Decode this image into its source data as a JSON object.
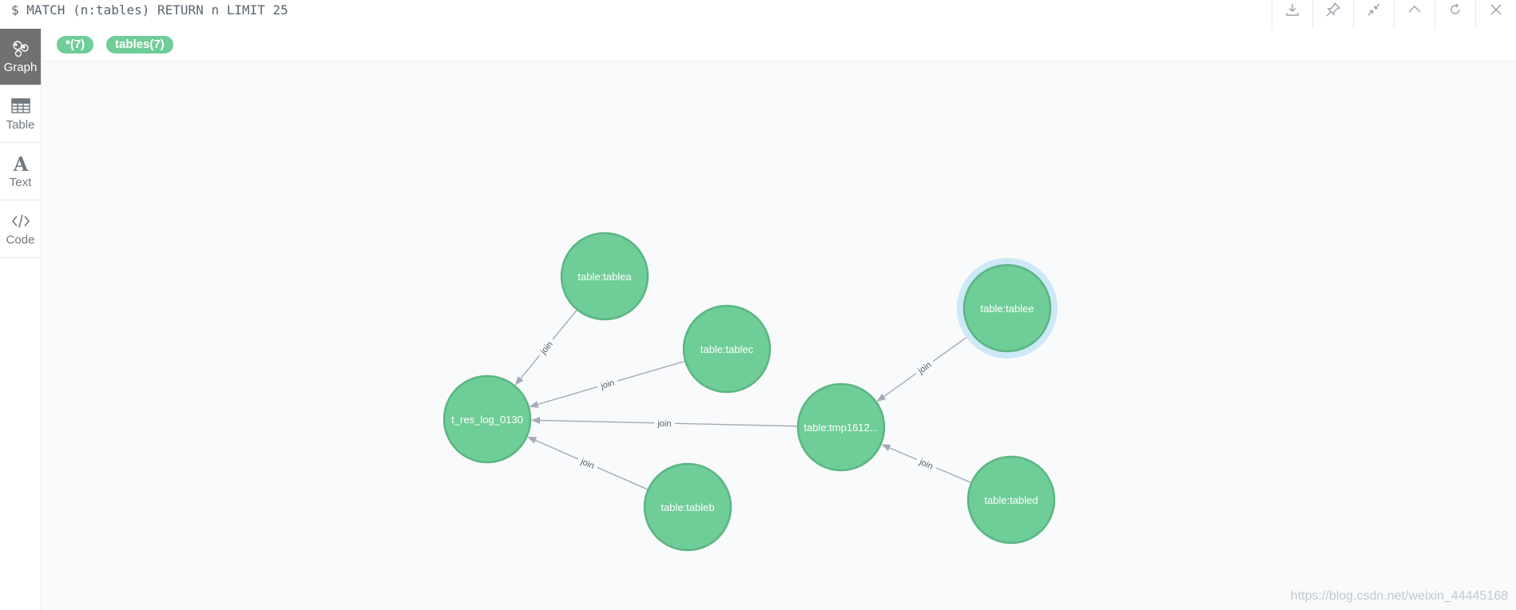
{
  "query": {
    "text": "$ MATCH (n:tables) RETURN n LIMIT 25"
  },
  "toolbar": {
    "buttons": [
      {
        "icon": "download-icon"
      },
      {
        "icon": "pin-icon"
      },
      {
        "icon": "collapse-icon"
      },
      {
        "icon": "chevron-up-icon"
      },
      {
        "icon": "refresh-icon"
      },
      {
        "icon": "close-icon"
      }
    ]
  },
  "sidebar": {
    "items": [
      {
        "label": "Graph",
        "icon": "graph-icon",
        "active": true
      },
      {
        "label": "Table",
        "icon": "table-icon",
        "active": false
      },
      {
        "label": "Text",
        "icon": "text-icon",
        "active": false
      },
      {
        "label": "Code",
        "icon": "code-icon",
        "active": false
      }
    ]
  },
  "legend": {
    "all_label": "*(7)",
    "tables_label": "tables(7)",
    "color": "#6fcd97"
  },
  "graph": {
    "node_color": "#6fcd97",
    "node_border": "#5bb583",
    "selected_halo": "#cde8f7",
    "nodes": [
      {
        "id": "t_res",
        "label": "t_res_log_0130"
      },
      {
        "id": "a",
        "label": "table:tablea"
      },
      {
        "id": "c",
        "label": "table:tablec"
      },
      {
        "id": "b",
        "label": "table:tableb"
      },
      {
        "id": "tmp",
        "label": "table:tmp1612..."
      },
      {
        "id": "e",
        "label": "table:tablee",
        "selected": true
      },
      {
        "id": "d",
        "label": "table:tabled"
      }
    ],
    "edges": [
      {
        "from": "a",
        "to": "t_res",
        "label": "join"
      },
      {
        "from": "c",
        "to": "t_res",
        "label": "join"
      },
      {
        "from": "tmp",
        "to": "t_res",
        "label": "join"
      },
      {
        "from": "b",
        "to": "t_res",
        "label": "join"
      },
      {
        "from": "e",
        "to": "tmp",
        "label": "join"
      },
      {
        "from": "d",
        "to": "tmp",
        "label": "join"
      }
    ]
  },
  "watermark": "https://blog.csdn.net/weixin_44445168"
}
